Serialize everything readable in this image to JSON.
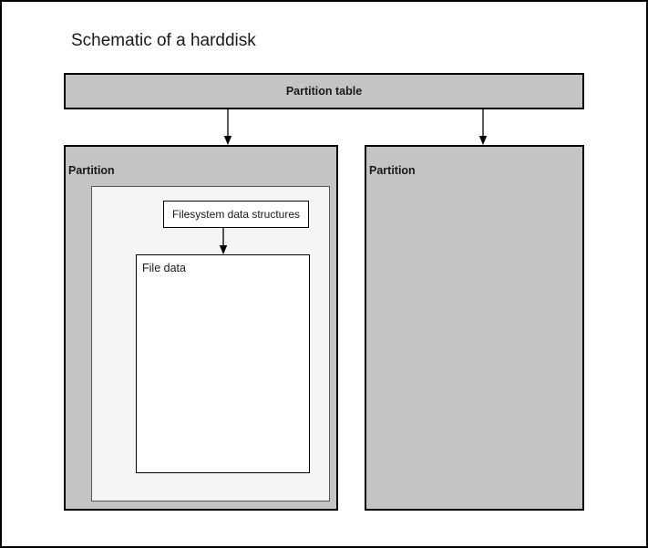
{
  "diagram": {
    "title": "Schematic of a harddisk",
    "partition_table": {
      "label": "Partition table"
    },
    "partitions": [
      {
        "label": "Partition",
        "filesystem_box": {
          "label": "Filesystem data structures"
        },
        "file_data_box": {
          "label": "File data"
        }
      },
      {
        "label": "Partition"
      }
    ],
    "connectors": [
      {
        "from": "partition-table",
        "to": "partition-left"
      },
      {
        "from": "partition-table",
        "to": "partition-right"
      },
      {
        "from": "filesystem-data-structures",
        "to": "file-data"
      }
    ],
    "colors": {
      "partition_fill": "#c4c4c4",
      "filesystem_area_fill": "#f5f5f5",
      "box_fill": "#ffffff",
      "border": "#000000",
      "inner_border": "#595959",
      "text": "#1a1a1a"
    }
  }
}
